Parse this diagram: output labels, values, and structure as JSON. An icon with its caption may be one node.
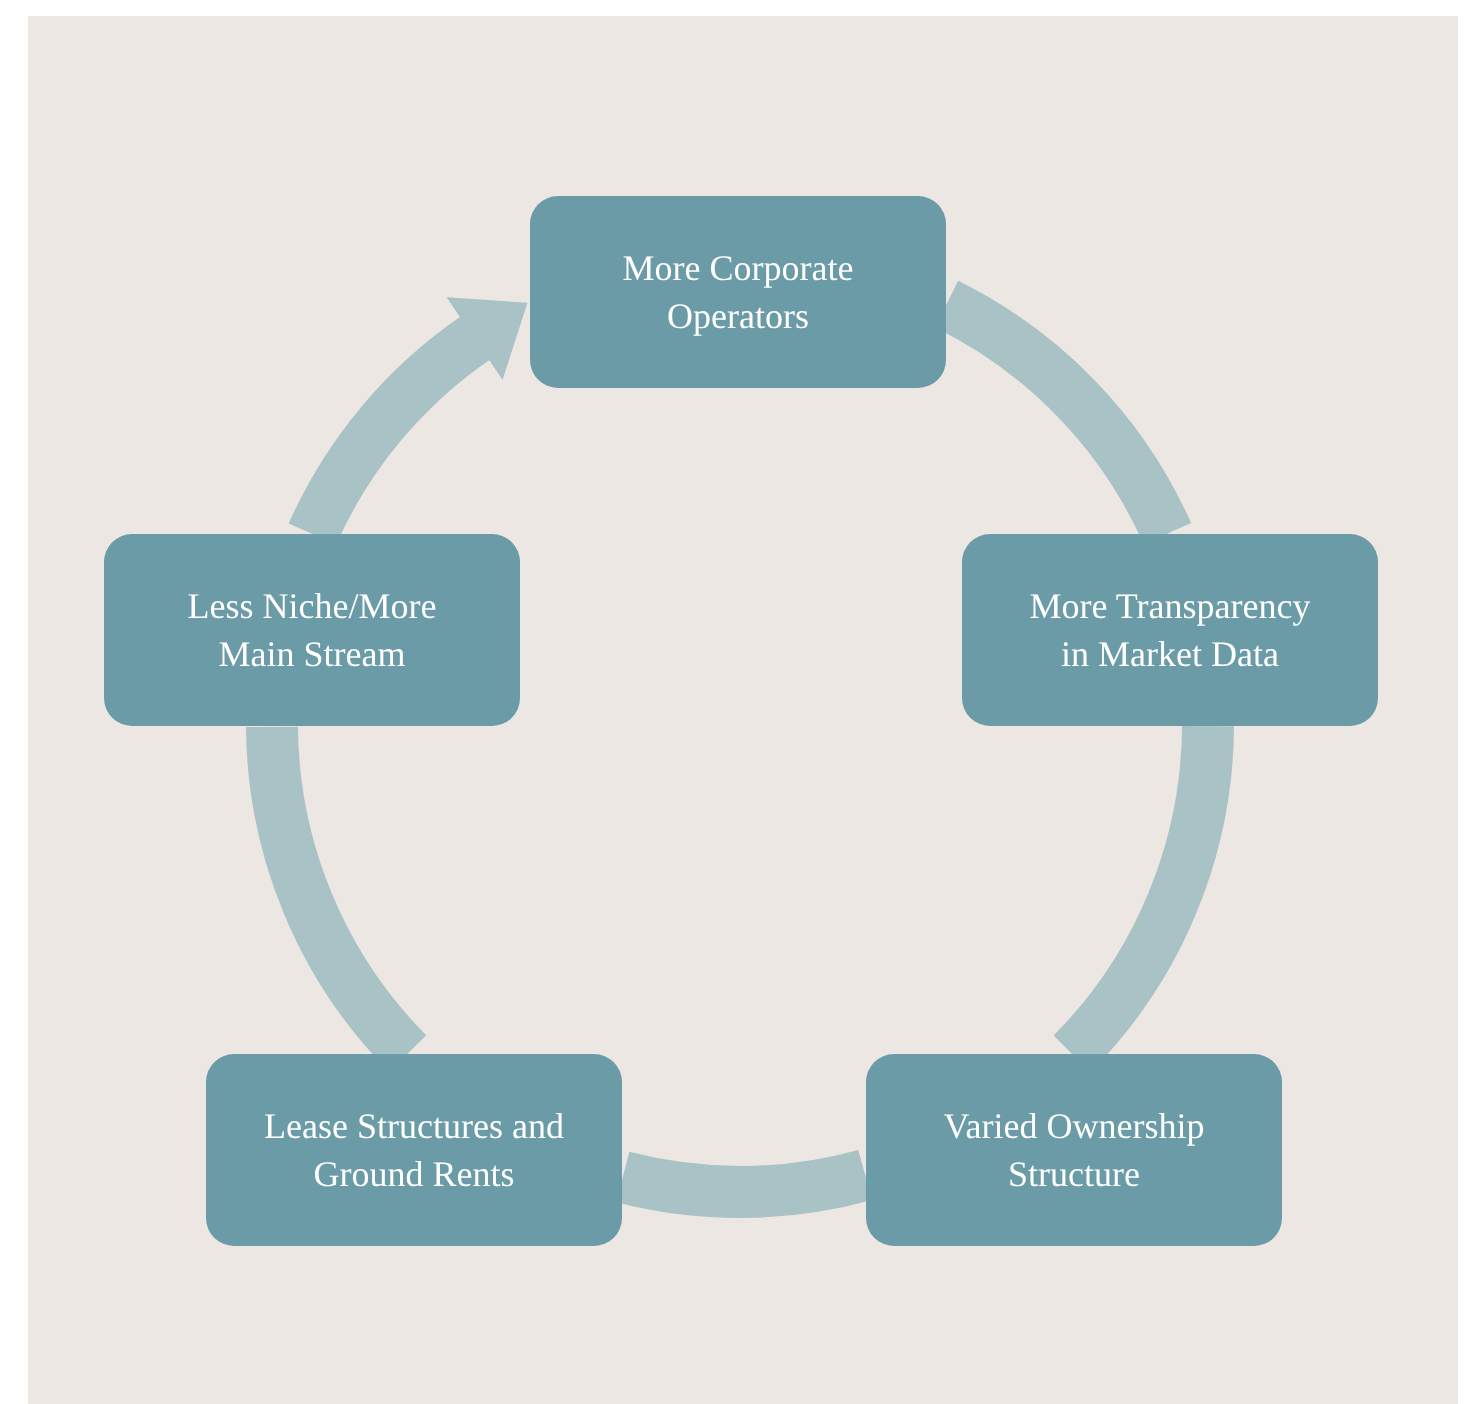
{
  "diagram": {
    "nodes": [
      {
        "text": [
          "More Corporate Operators"
        ]
      },
      {
        "text": [
          "More Transparency in Market Data"
        ]
      },
      {
        "text": [
          "Varied Ownership Structure"
        ]
      },
      {
        "text": [
          "Lease Structures and Ground Rents"
        ]
      },
      {
        "text": [
          "Less Niche/More Main Stream"
        ]
      }
    ],
    "edges": [
      {
        "from": 0,
        "to": 1,
        "arrow": "none"
      },
      {
        "from": 1,
        "to": 2,
        "arrow": "none"
      },
      {
        "from": 2,
        "to": 3,
        "arrow": "none"
      },
      {
        "from": 3,
        "to": 4,
        "arrow": "none"
      },
      {
        "from": 4,
        "to": 0,
        "arrow": "to"
      }
    ]
  }
}
